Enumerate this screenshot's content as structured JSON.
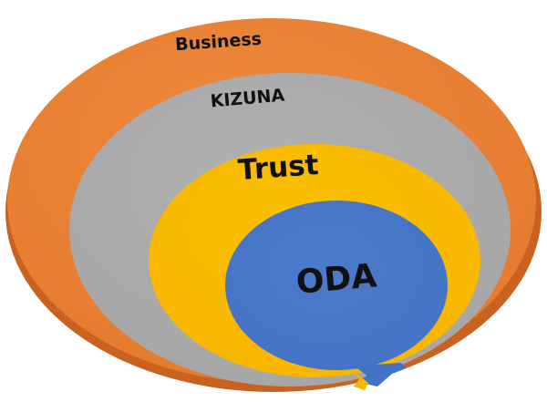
{
  "diagram": {
    "layers": [
      {
        "id": "business",
        "label": "Business",
        "color": "#E57A2E"
      },
      {
        "id": "kizuna",
        "label": "KIZUNA",
        "color": "#A6A6A6"
      },
      {
        "id": "trust",
        "label": "Trust",
        "color": "#F7B500"
      },
      {
        "id": "oda",
        "label": "ODA",
        "color": "#4472C4"
      }
    ],
    "rim_color": "#C8621E",
    "label_color": "#111111"
  }
}
